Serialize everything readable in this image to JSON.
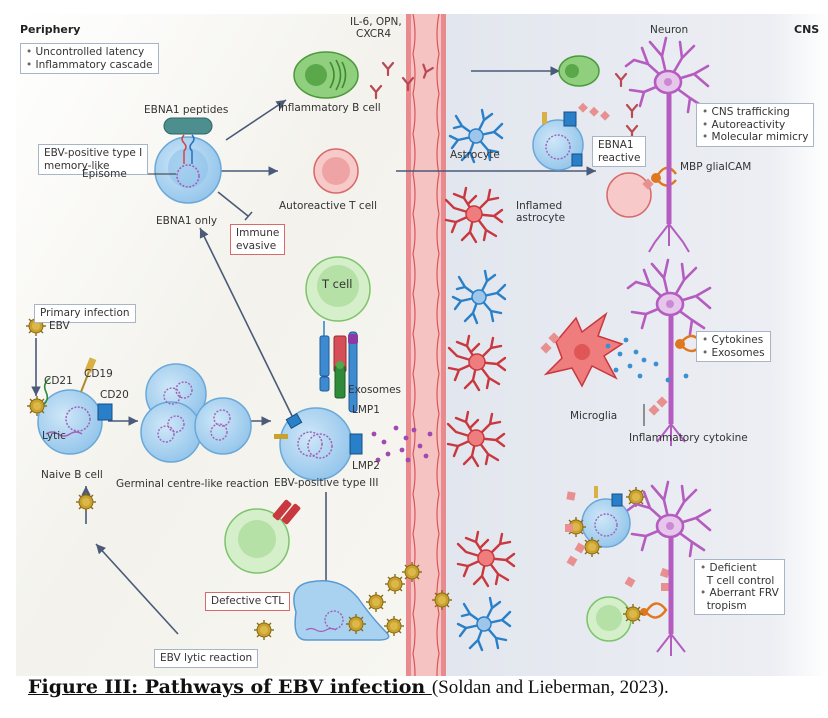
{
  "figure": {
    "periphery_label": "Periphery",
    "cns_label": "CNS",
    "labels": {
      "il6": "IL-6, OPN,",
      "cxcr4": "CXCR4",
      "inflammatory_b_cell": "Inflammatory B cell",
      "ebna1_peptides": "EBNA1 peptides",
      "episome": "Episome",
      "ebna1_only": "EBNA1 only",
      "autoreactive_t_cell": "Autoreactive T cell",
      "t_cell": "T cell",
      "ebv": "EBV",
      "cd21": "CD21",
      "cd19": "CD19",
      "cd20": "CD20",
      "lytic": "Lytic",
      "naive_b_cell": "Naive B cell",
      "germinal": "Germinal centre-like reaction",
      "exosomes": "Exosomes",
      "lmp1": "LMP1",
      "lmp2": "LMP2",
      "ebv_type3": "EBV-positive type III",
      "astrocyte": "Astrocyte",
      "inflamed_astrocyte_1": "Inflamed",
      "inflamed_astrocyte_2": "astrocyte",
      "neuron": "Neuron",
      "mbp": "MBP glialCAM",
      "microglia": "Microglia",
      "inflammatory_cytokine": "Inflammatory cytokine"
    },
    "boxes": {
      "latency": [
        "Uncontrolled latency",
        "Inflammatory cascade"
      ],
      "type1": [
        "EBV-positive type I",
        "memory-like"
      ],
      "immune_evasive": [
        "Immune",
        "evasive"
      ],
      "primary_infection": "Primary infection",
      "defective_ctl": "Defective CTL",
      "lytic_reaction": "EBV lytic reaction",
      "ebna1_reactive": [
        "EBNA1",
        "reactive"
      ],
      "cns_trafficking": [
        "CNS trafficking",
        "Autoreactivity",
        "Molecular mimicry"
      ],
      "cytokines": [
        "Cytokines",
        "Exosomes"
      ],
      "deficient": [
        "Deficient",
        "T cell control",
        "Aberrant FRV",
        "tropism"
      ]
    },
    "colors": {
      "periphery_bg": "#f4f3ee",
      "cns_bg": "#e6e9f0",
      "vessel": "#f4b8b8",
      "vessel_edge": "#d9555a",
      "b_cell": "#a9d2f0",
      "green_cell": "#8fcf7e",
      "red_cell": "#f1a7a7",
      "neuron": "#b45cc0",
      "astrocyte_blue": "#2a80c8",
      "astrocyte_red": "#c8383e",
      "virus": "#c9a22e",
      "arrow": "#4a5a78"
    }
  },
  "caption": {
    "title": "Figure III: Pathways of EBV infection ",
    "citation": "(Soldan and Lieberman, 2023)."
  }
}
